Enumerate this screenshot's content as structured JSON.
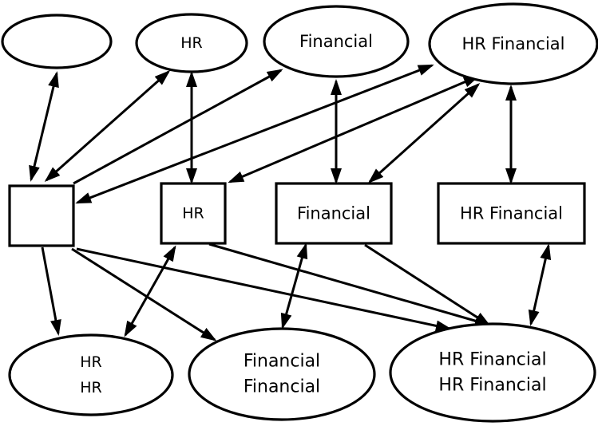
{
  "diagram": {
    "nodes": {
      "e_top_empty": {
        "lines": []
      },
      "e_top_hr": {
        "lines": [
          "HR"
        ]
      },
      "e_top_fin": {
        "lines": [
          "Financial"
        ]
      },
      "e_top_hrfin": {
        "lines": [
          "HR Financial"
        ]
      },
      "box_empty": {
        "lines": []
      },
      "box_hr": {
        "lines": [
          "HR"
        ]
      },
      "box_fin": {
        "lines": [
          "Financial"
        ]
      },
      "box_hrfin": {
        "lines": [
          "HR Financial"
        ]
      },
      "e_bot_hr": {
        "lines": [
          "HR",
          "HR"
        ]
      },
      "e_bot_fin": {
        "lines": [
          "Financial",
          "Financial"
        ]
      },
      "e_bot_hrfin": {
        "lines": [
          "HR Financial",
          "HR Financial"
        ]
      }
    },
    "edges": [
      {
        "from": "box_empty",
        "to": "e_top_empty",
        "direction": "both"
      },
      {
        "from": "box_empty",
        "to": "e_top_hr",
        "direction": "both"
      },
      {
        "from": "box_empty",
        "to": "e_top_fin",
        "direction": "forward"
      },
      {
        "from": "box_empty",
        "to": "e_top_hrfin",
        "direction": "both"
      },
      {
        "from": "box_hr",
        "to": "e_top_hr",
        "direction": "both"
      },
      {
        "from": "box_hr",
        "to": "e_top_hrfin",
        "direction": "both"
      },
      {
        "from": "box_fin",
        "to": "e_top_fin",
        "direction": "both"
      },
      {
        "from": "box_fin",
        "to": "e_top_hrfin",
        "direction": "both"
      },
      {
        "from": "box_hrfin",
        "to": "e_top_hrfin",
        "direction": "both"
      },
      {
        "from": "box_empty",
        "to": "e_bot_hr",
        "direction": "forward"
      },
      {
        "from": "box_empty",
        "to": "e_bot_fin",
        "direction": "forward"
      },
      {
        "from": "box_empty",
        "to": "e_bot_hrfin",
        "direction": "forward"
      },
      {
        "from": "box_hr",
        "to": "e_bot_hr",
        "direction": "both"
      },
      {
        "from": "box_hr",
        "to": "e_bot_hrfin",
        "direction": "forward"
      },
      {
        "from": "box_fin",
        "to": "e_bot_fin",
        "direction": "both"
      },
      {
        "from": "box_fin",
        "to": "e_bot_hrfin",
        "direction": "forward"
      },
      {
        "from": "box_hrfin",
        "to": "e_bot_hrfin",
        "direction": "both"
      }
    ]
  }
}
